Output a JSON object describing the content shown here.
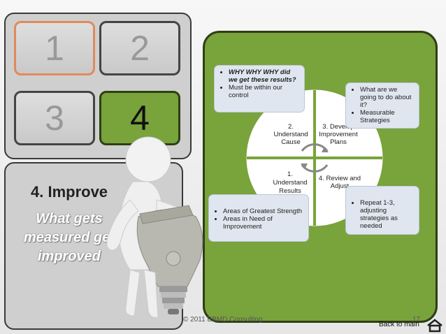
{
  "tiles": [
    {
      "label": "1"
    },
    {
      "label": "2"
    },
    {
      "label": "3"
    },
    {
      "label": "4"
    }
  ],
  "section": {
    "title": "4. Improve",
    "subtitle": "What gets measured get improved"
  },
  "cycle": {
    "q1": "1. Understand Results",
    "q2": "2. Understand Cause",
    "q3": "3. Develop Improvement Plans",
    "q4": "4. Review and Adjust"
  },
  "callouts": {
    "top_left": [
      "WHY WHY WHY did we get these results?",
      "Must be within our control"
    ],
    "top_right": [
      "What are we going to do about it?",
      "Measurable Strategies"
    ],
    "bottom_left": [
      "Areas of Greatest Strength",
      "Areas in Need of Improvement"
    ],
    "bottom_right": [
      "Repeat 1-3, adjusting strategies as needed"
    ]
  },
  "footer": {
    "copyright": "© 2011 BBMD Consulting",
    "page": "17",
    "back_link": "Back to main"
  },
  "colors": {
    "green": "#79a33b",
    "callout": "#dfe6ef"
  }
}
